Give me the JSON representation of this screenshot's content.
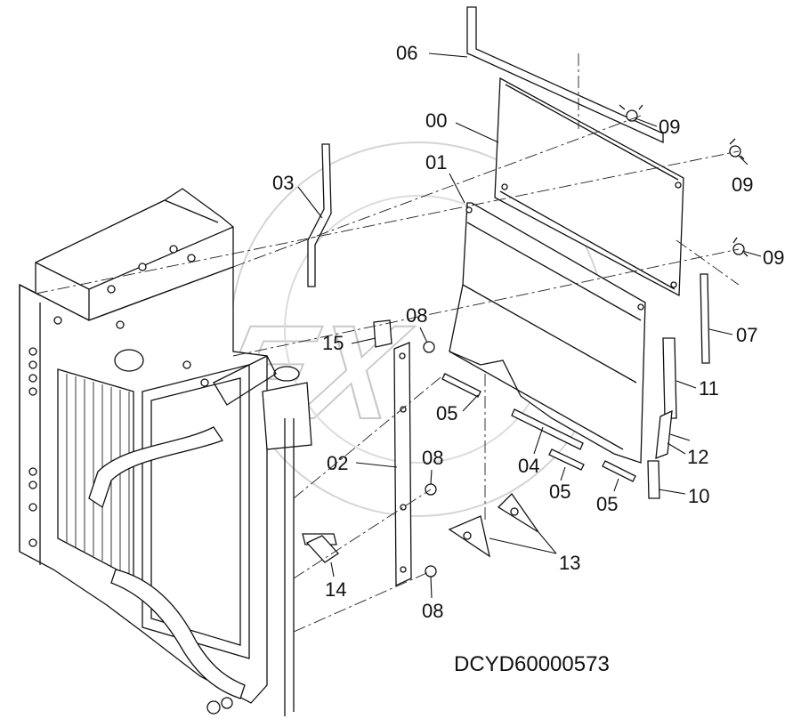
{
  "watermark": "OPEX",
  "drawing_code": "DCYD60000573",
  "callouts": [
    {
      "id": "c06",
      "text": "06"
    },
    {
      "id": "c00",
      "text": "00"
    },
    {
      "id": "c09a",
      "text": "09"
    },
    {
      "id": "c01",
      "text": "01"
    },
    {
      "id": "c09b",
      "text": "09"
    },
    {
      "id": "c03",
      "text": "03"
    },
    {
      "id": "c09c",
      "text": "09"
    },
    {
      "id": "c07",
      "text": "07"
    },
    {
      "id": "c08a",
      "text": "08"
    },
    {
      "id": "c15",
      "text": "15"
    },
    {
      "id": "c11",
      "text": "11"
    },
    {
      "id": "c05a",
      "text": "05"
    },
    {
      "id": "c12",
      "text": "12"
    },
    {
      "id": "c02",
      "text": "02"
    },
    {
      "id": "c08b",
      "text": "08"
    },
    {
      "id": "c04",
      "text": "04"
    },
    {
      "id": "c05b",
      "text": "05"
    },
    {
      "id": "c05c",
      "text": "05"
    },
    {
      "id": "c10",
      "text": "10"
    },
    {
      "id": "c13",
      "text": "13"
    },
    {
      "id": "c14",
      "text": "14"
    },
    {
      "id": "c08c",
      "text": "08"
    }
  ]
}
